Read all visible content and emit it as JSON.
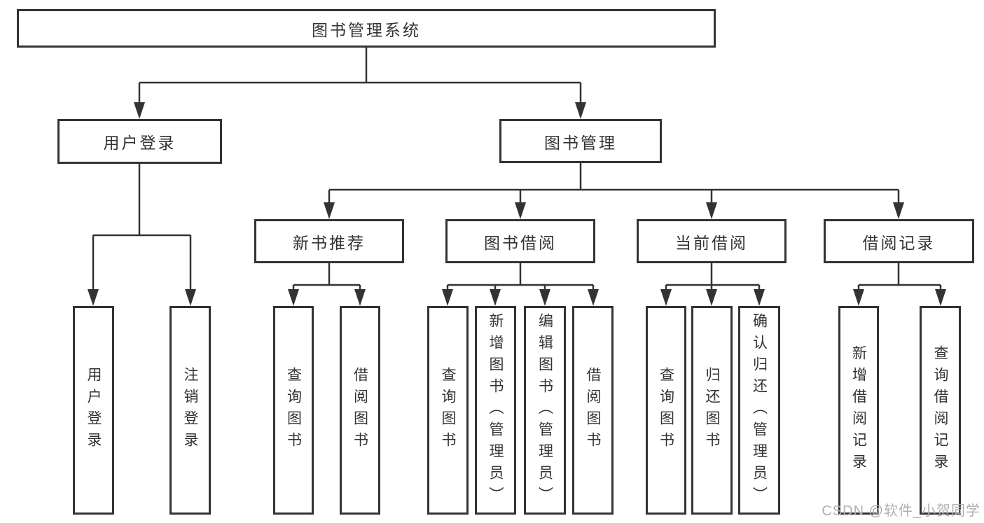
{
  "tree": {
    "root": {
      "label": "图书管理系统"
    },
    "level1": [
      {
        "label": "用户登录",
        "children": [
          {
            "label": "用户登录"
          },
          {
            "label": "注销登录"
          }
        ]
      },
      {
        "label": "图书管理",
        "children": [
          {
            "label": "新书推荐",
            "children": [
              {
                "label": "查询图书"
              },
              {
                "label": "借阅图书"
              }
            ]
          },
          {
            "label": "图书借阅",
            "children": [
              {
                "label": "查询图书"
              },
              {
                "label": "新增图书（管理员）"
              },
              {
                "label": "编辑图书（管理员）"
              },
              {
                "label": "借阅图书"
              }
            ]
          },
          {
            "label": "当前借阅",
            "children": [
              {
                "label": "查询图书"
              },
              {
                "label": "归还图书"
              },
              {
                "label": "确认归还（管理员）"
              }
            ]
          },
          {
            "label": "借阅记录",
            "children": [
              {
                "label": "新增借阅记录"
              },
              {
                "label": "查询借阅记录"
              }
            ]
          }
        ]
      }
    ]
  },
  "watermark": {
    "text": "CSDN @软件_小贺同学"
  },
  "colors": {
    "line": "#333333",
    "text": "#333333",
    "box_background": "#ffffff",
    "watermark": "#b3aeae",
    "background": "#ffffff"
  }
}
